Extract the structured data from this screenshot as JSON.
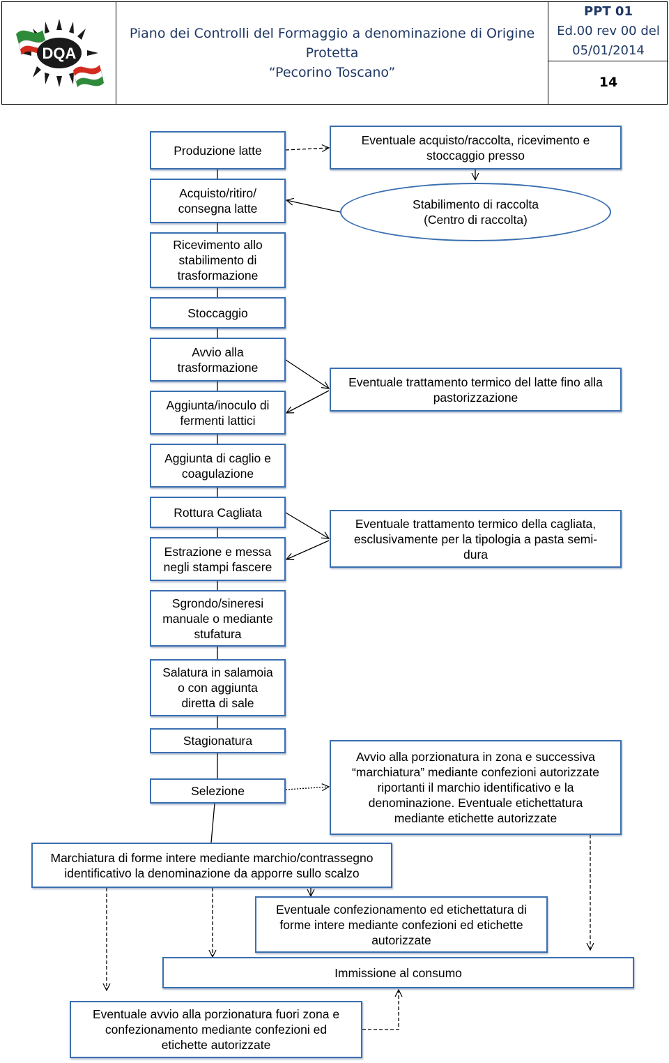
{
  "header": {
    "title_lines": [
      "Piano dei Controlli del Formaggio a denominazione di Origine",
      "Protetta",
      "“Pecorino Toscano”"
    ],
    "code": "PPT 01",
    "edition": "Ed.00 rev 00 del",
    "date": "05/01/2014",
    "page": "14",
    "logo_text": "DQA"
  },
  "flow": {
    "produzione": "Produzione latte",
    "acquisto": "Acquisto/ritiro/\nconsegna latte",
    "ricevimento": "Ricevimento allo\nstabilimento di\ntrasformazione",
    "stoccaggio": "Stoccaggio",
    "avvio": "Avvio alla\ntrasformazione",
    "aggiunta_fermenti": "Aggiunta/inoculo di\nfermenti lattici",
    "aggiunta_caglio": "Aggiunta di caglio e\ncoagulazione",
    "rottura": "Rottura Cagliata",
    "estrazione": "Estrazione e messa\nnegli stampi fascere",
    "sgrondo": "Sgrondo/sineresi\nmanuale o mediante\nstufatura",
    "salatura": "Salatura in salamoia\no con aggiunta\ndiretta di sale",
    "stagionatura": "Stagionatura",
    "selezione": "Selezione",
    "eventuale_acquisto": "Eventuale acquisto/raccolta, ricevimento e\nstoccaggio presso",
    "stabilimento_raccolta": "Stabilimento di raccolta\n(Centro di raccolta)",
    "trattamento_latte": "Eventuale trattamento termico del latte fino alla\npastorizzazione",
    "trattamento_cagliata": "Eventuale trattamento termico della cagliata,\nesclusivamente per la tipologia a pasta semi-\ndura",
    "porzionatura": "Avvio alla porzionatura in zona e successiva\n“marchiatura” mediante confezioni autorizzate\nriportanti il marchio identificativo e la\ndenominazione. Eventuale etichettatura\nmediante etichette autorizzate",
    "marchiatura": "Marchiatura di forme intere mediante marchio/contrassegno\nidentificativo la denominazione da apporre sullo scalzo",
    "confezionamento": "Eventuale confezionamento ed etichettatura di\nforme intere mediante confezioni ed etichette\nautorizzate",
    "immissione": "Immissione al consumo",
    "porzionatura_fuori": "Eventuale avvio alla porzionatura fuori zona e\nconfezionamento mediante confezioni ed\netichette autorizzate"
  },
  "colors": {
    "box_border": "#3a6fb0",
    "header_text": "#1f3864"
  }
}
